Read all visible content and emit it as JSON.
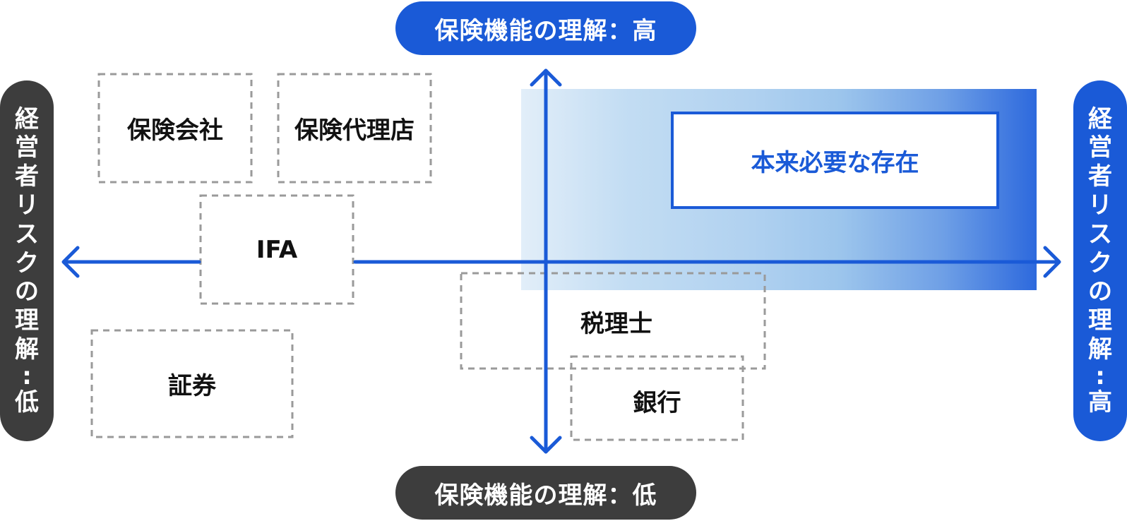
{
  "axes": {
    "top_label": "保険機能の理解：高",
    "bottom_label": "保険機能の理解：低",
    "left_label": "経営者リスクの理解：低",
    "right_label": "経営者リスクの理解：高"
  },
  "highlight": {
    "label": "本来必要な存在"
  },
  "entities": [
    {
      "id": "insurance-company",
      "label": "保険会社"
    },
    {
      "id": "insurance-agency",
      "label": "保険代理店"
    },
    {
      "id": "ifa",
      "label": "IFA"
    },
    {
      "id": "securities",
      "label": "証券"
    },
    {
      "id": "tax-accountant",
      "label": "税理士"
    },
    {
      "id": "bank",
      "label": "銀行"
    }
  ],
  "colors": {
    "accent": "#1a5ad7",
    "dark": "#3d3d3d",
    "dash": "#999999"
  }
}
